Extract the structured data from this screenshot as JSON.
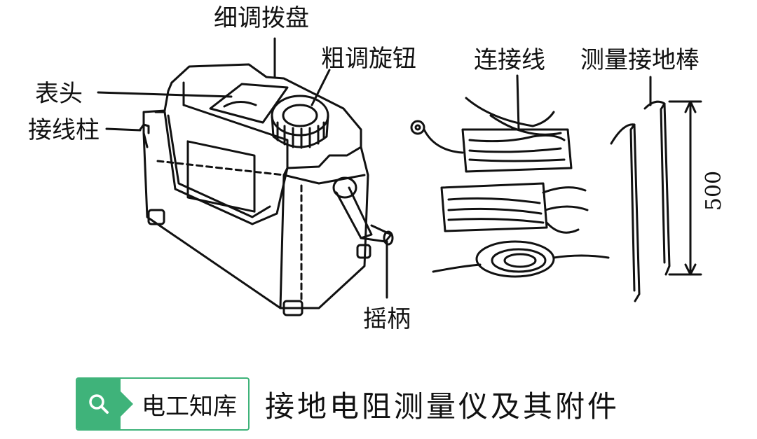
{
  "labels": {
    "fine_dial": "细调拨盘",
    "coarse_knob": "粗调旋钮",
    "meter_head": "表头",
    "terminal": "接线柱",
    "crank": "摇柄",
    "lead_wire": "连接线",
    "ground_rod": "测量接地棒"
  },
  "dimension": {
    "rod_length": "500"
  },
  "caption": {
    "brand": "电工知库",
    "title": "接地电阻测量仪及其附件"
  },
  "icons": {
    "brand_icon": "search-icon"
  },
  "colors": {
    "brand_green": "#3fb37a",
    "line": "#111111"
  }
}
